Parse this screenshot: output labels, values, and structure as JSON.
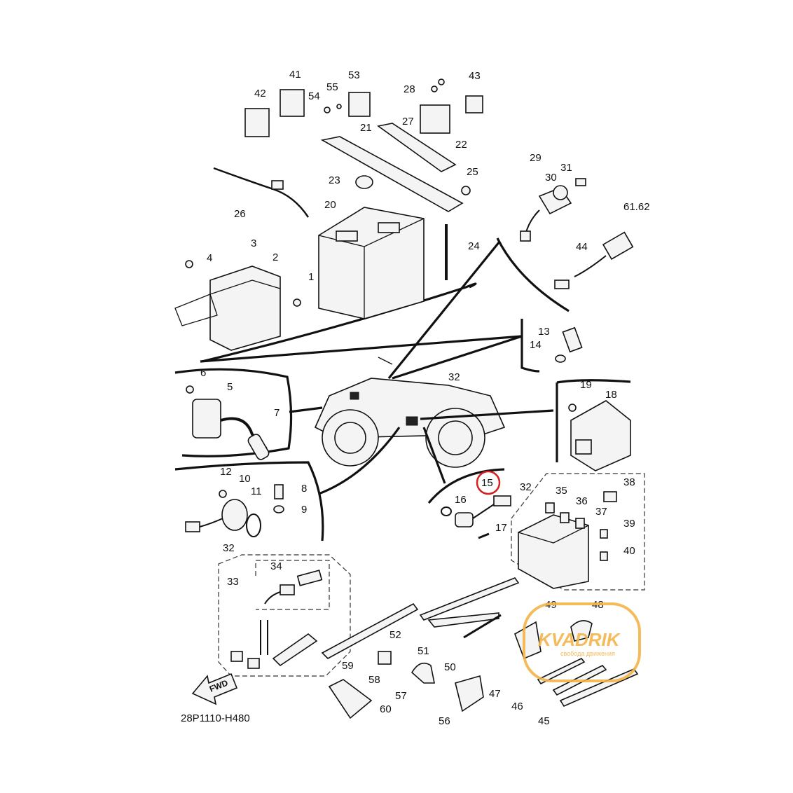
{
  "diagram": {
    "code": "28P1110-H480",
    "fwd_label": "FWD",
    "highlight_color": "#d42020",
    "watermark": {
      "name": "KVADRIK",
      "tagline": "свобода движения",
      "color": "#f2b448"
    },
    "labels": {
      "l1": "1",
      "l2": "2",
      "l3": "3",
      "l4": "4",
      "l5": "5",
      "l6": "6",
      "l7": "7",
      "l8": "8",
      "l9": "9",
      "l10": "10",
      "l11": "11",
      "l12": "12",
      "l13": "13",
      "l14": "14",
      "l15": "15",
      "l16": "16",
      "l17": "17",
      "l18": "18",
      "l19": "19",
      "l20": "20",
      "l21": "21",
      "l22": "22",
      "l23": "23",
      "l24": "24",
      "l25": "25",
      "l26": "26",
      "l27": "27",
      "l28": "28",
      "l29": "29",
      "l30": "30",
      "l31": "31",
      "l32a": "32",
      "l32b": "32",
      "l32c": "32",
      "l33": "33",
      "l34": "34",
      "l35": "35",
      "l36": "36",
      "l37": "37",
      "l38": "38",
      "l39": "39",
      "l40": "40",
      "l41": "41",
      "l42": "42",
      "l43": "43",
      "l44": "44",
      "l45": "45",
      "l46": "46",
      "l47": "47",
      "l48": "48",
      "l49": "49",
      "l50": "50",
      "l51": "51",
      "l52": "52",
      "l53": "53",
      "l54": "54",
      "l55": "55",
      "l56": "56",
      "l57": "57",
      "l58": "58",
      "l59": "59",
      "l60": "60",
      "l6162": "61.62"
    }
  }
}
